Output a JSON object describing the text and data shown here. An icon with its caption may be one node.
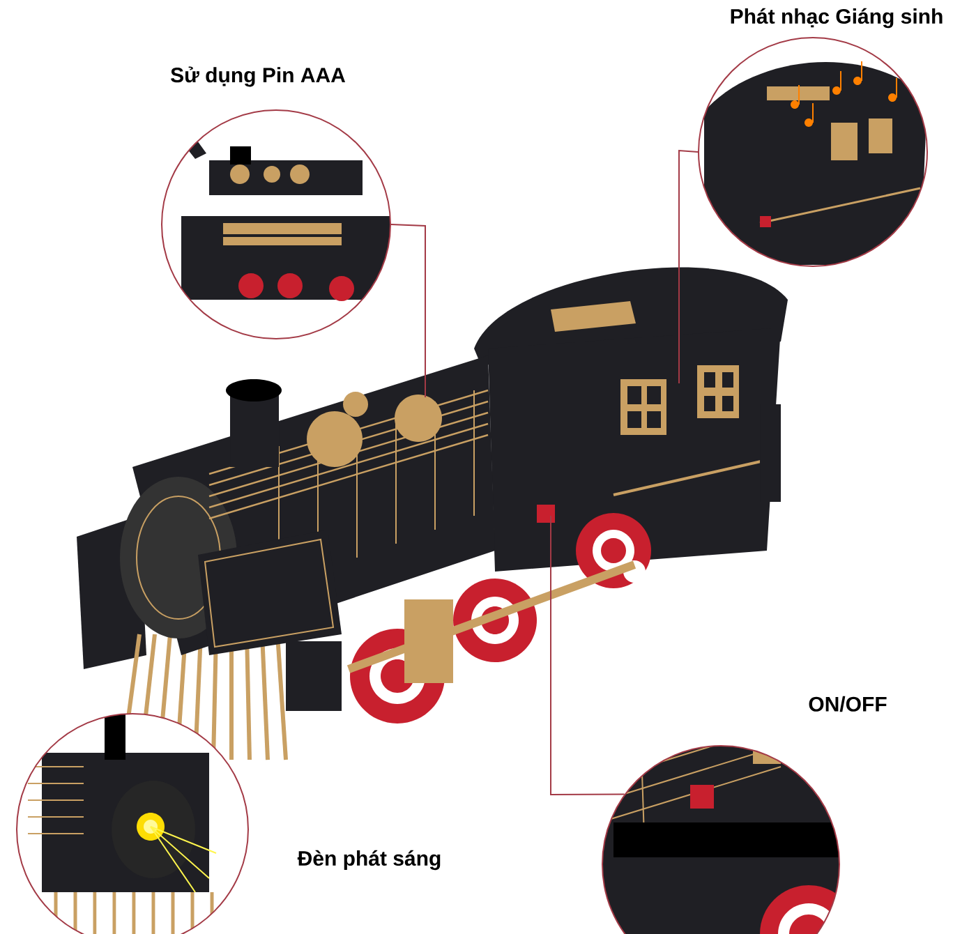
{
  "diagram": {
    "nodes": [
      {
        "text": [],
        "shape": "picture"
      },
      {
        "text": [
          "Sử dụng Pin AAA"
        ]
      },
      {
        "text": [
          "Phát nhạc Giáng sinh"
        ]
      },
      {
        "text": [
          "ON/OFF"
        ]
      },
      {
        "text": [
          "Đèn phát sáng"
        ]
      }
    ],
    "edges": [
      {
        "from": 1,
        "to": 0,
        "arrow": "none"
      },
      {
        "from": 2,
        "to": 0,
        "arrow": "none"
      },
      {
        "from": 3,
        "to": 0,
        "arrow": "none"
      }
    ]
  }
}
